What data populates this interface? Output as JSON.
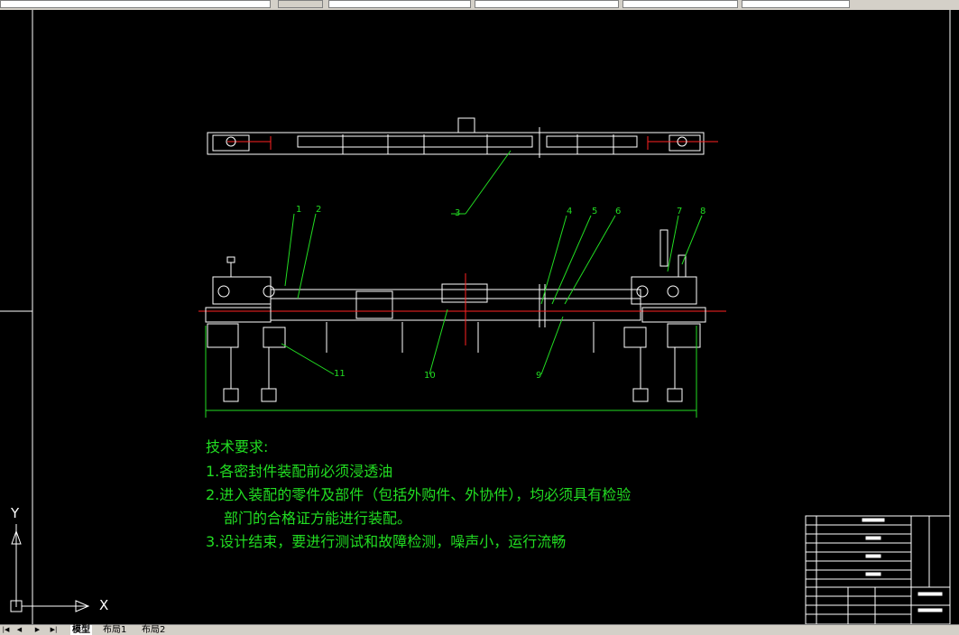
{
  "toolbar": {
    "tabs": [
      "",
      "",
      "",
      ""
    ]
  },
  "drawing": {
    "balloons": [
      "1",
      "2",
      "3",
      "4",
      "5",
      "6",
      "7",
      "8",
      "9",
      "10",
      "11"
    ],
    "tech_title": "技术要求:",
    "requirements": [
      "1.各密封件装配前必须浸透油",
      "2.进入装配的零件及部件（包括外购件、外协件），均必须具有检验",
      "部门的合格证方能进行装配。",
      "3.设计结束，要进行测试和故障检测，噪声小，运行流畅"
    ]
  },
  "ucs": {
    "x_label": "X",
    "y_label": "Y"
  },
  "layout_tabs": {
    "model": "模型",
    "layout1": "布局1",
    "layout2": "布局2"
  },
  "colors": {
    "background": "#000000",
    "line_white": "#ffffff",
    "line_green": "#22dd22",
    "centerline_red": "#ff2222"
  },
  "icons": [
    "nav-first-icon",
    "nav-prev-icon",
    "nav-next-icon",
    "nav-last-icon"
  ]
}
